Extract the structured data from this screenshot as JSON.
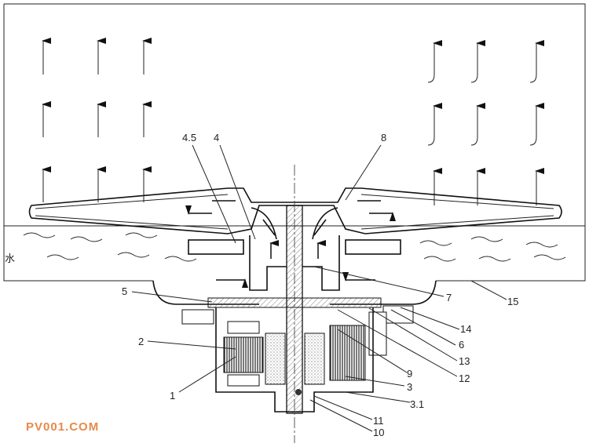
{
  "diagram": {
    "labels": {
      "l4_5": "4.5",
      "l4": "4",
      "l8": "8",
      "water": "水",
      "l5": "5",
      "l7": "7",
      "l15": "15",
      "l2": "2",
      "l1": "1",
      "l14": "14",
      "l6": "6",
      "l13": "13",
      "l9": "9",
      "l12": "12",
      "l3": "3",
      "l3_1": "3.1",
      "l11": "11",
      "l10": "10"
    },
    "watermark": "PV001.COM",
    "colors": {
      "line": "#222222",
      "watermark": "#e8894a"
    }
  }
}
